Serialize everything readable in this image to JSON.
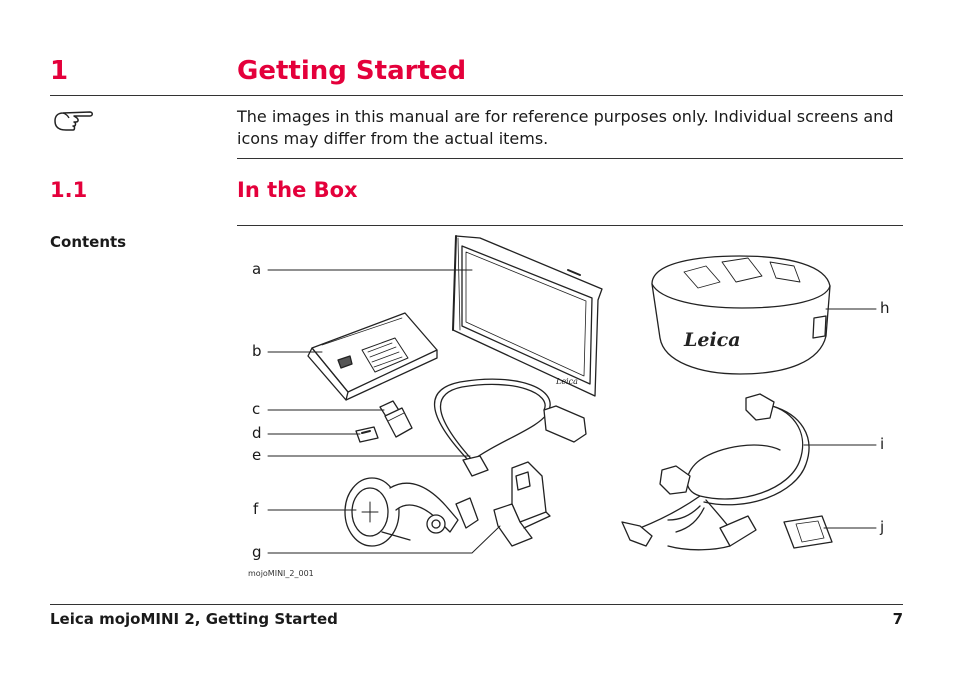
{
  "chapter": {
    "number": "1",
    "title": "Getting Started"
  },
  "note": {
    "icon": "pointing-hand-icon",
    "text": "The images in this manual are for reference purposes only. Individual screens and icons may differ from the actual items."
  },
  "section": {
    "number": "1.1",
    "title": "In the Box"
  },
  "sidebar_heading": "Contents",
  "figure": {
    "callouts": [
      "a",
      "b",
      "c",
      "d",
      "e",
      "f",
      "g",
      "h",
      "i",
      "j"
    ],
    "id": "mojoMINI_2_001",
    "brand_on_receiver": "Leica"
  },
  "footer": {
    "left": "Leica mojoMINI 2, Getting Started",
    "page": "7"
  },
  "colors": {
    "accent": "#e4003b",
    "text": "#1a1a1a",
    "rule": "#333333"
  }
}
